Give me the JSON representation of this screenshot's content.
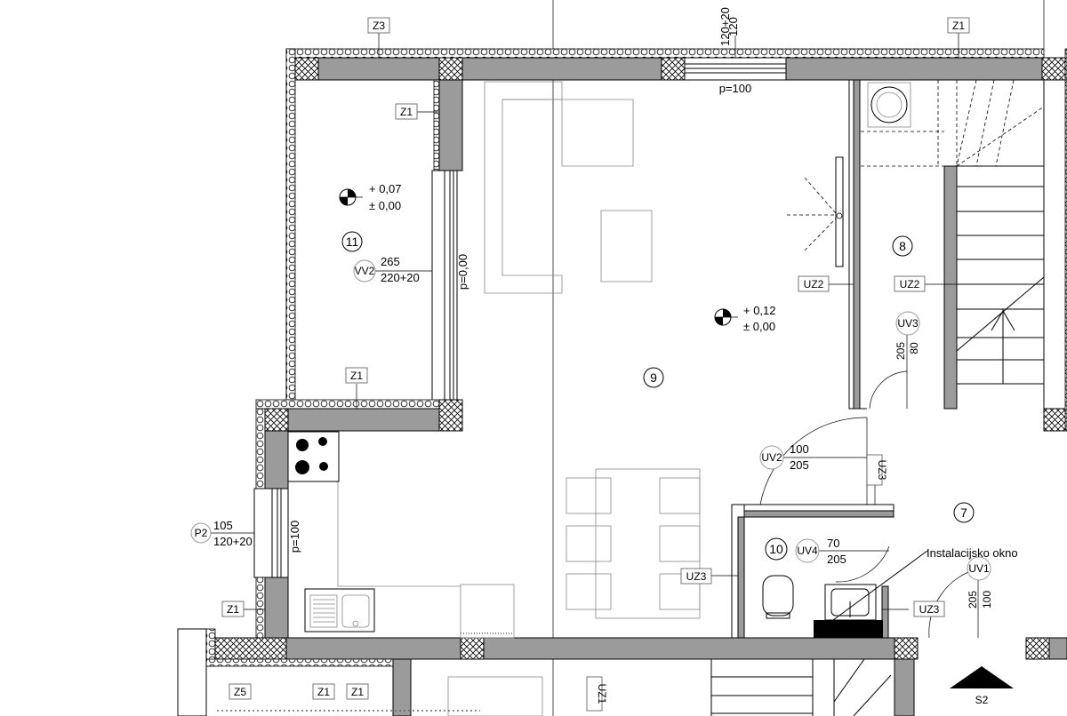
{
  "labels": {
    "z1": "Z1",
    "z3": "Z3",
    "z5": "Z5",
    "uz1": "UZ1",
    "uz2": "UZ2",
    "uz3": "UZ3",
    "vv2": "VV2",
    "uv1": "UV1",
    "uv2": "UV2",
    "uv3": "UV3",
    "uv4": "UV4",
    "p2": "P2",
    "s2": "S2"
  },
  "rooms": {
    "r7": "7",
    "r8": "8",
    "r9": "9",
    "r10": "10",
    "r11": "11"
  },
  "dims": {
    "top_window_w": "120",
    "top_window_h": "120+20",
    "top_window_sill": "p=100",
    "vv2_w": "265",
    "vv2_h": "220+20",
    "vv2_sill": "p=0,00",
    "p2_w": "105",
    "p2_h": "120+20",
    "p2_sill": "p=100",
    "uv2_w": "100",
    "uv2_h": "205",
    "uv3_w": "80",
    "uv3_h": "205",
    "uv4_w": "70",
    "uv4_h": "205",
    "uv1_w": "100",
    "uv1_h": "205"
  },
  "levels": {
    "room11_top": "+ 0,07",
    "room11_bottom": "± 0,00",
    "room9_top": "+ 0,12",
    "room9_bottom": "± 0,00"
  },
  "notes": {
    "shaft": "Instalacijsko okno"
  }
}
